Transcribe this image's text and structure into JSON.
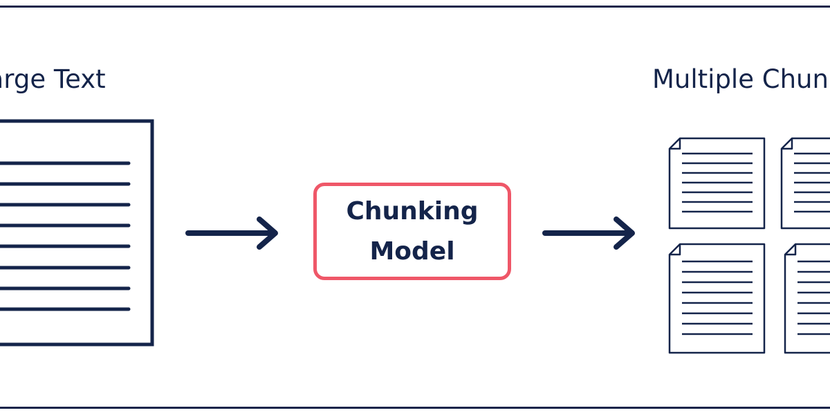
{
  "diagram": {
    "input_label": "Large Text",
    "process_label_line1": "Chunking",
    "process_label_line2": "Model",
    "output_label": "Multiple Chunks"
  },
  "colors": {
    "ink": "#14244a",
    "accent": "#ef5768",
    "background": "#ffffff"
  },
  "icons": {
    "input": "document-icon",
    "flow": "arrow-right-icon",
    "output": "document-chunk-icon"
  }
}
